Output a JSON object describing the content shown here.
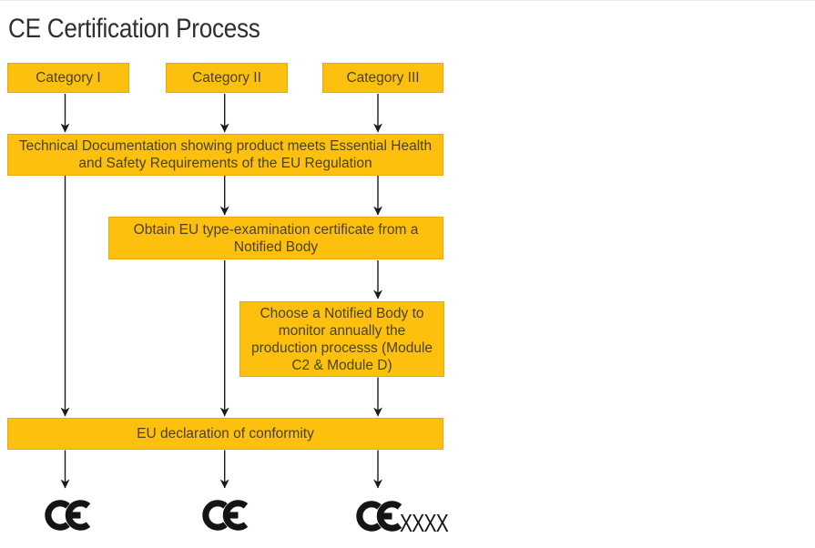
{
  "title": "CE Certification Process",
  "colors": {
    "box_fill": "#FDC00E",
    "box_border": "#DB8C00",
    "box_text": "#4A431A",
    "title_text": "#2E2E2E",
    "arrow": "#1A1A1A",
    "ce_mark": "#141414"
  },
  "flowchart": {
    "categories": [
      {
        "id": "category-1",
        "label": "Category I"
      },
      {
        "id": "category-2",
        "label": "Category II"
      },
      {
        "id": "category-3",
        "label": "Category III"
      }
    ],
    "steps": [
      {
        "id": "technical-documentation",
        "label": "Technical Documentation showing product meets Essential Health\nand Safety Requirements of the EU Regulation"
      },
      {
        "id": "type-examination",
        "label": "Obtain EU type-examination certificate from a\nNotified Body"
      },
      {
        "id": "notified-body-monitoring",
        "label": "Choose a Notified Body to\nmonitor annually the\nproduction processs (Module\nC2 & Module D)"
      },
      {
        "id": "eu-declaration",
        "label": "EU declaration of conformity"
      }
    ],
    "outputs": [
      {
        "id": "ce-mark-1",
        "mark": "CE",
        "suffix": ""
      },
      {
        "id": "ce-mark-2",
        "mark": "CE",
        "suffix": ""
      },
      {
        "id": "ce-mark-3",
        "mark": "CE",
        "suffix": "xxxx"
      }
    ]
  }
}
